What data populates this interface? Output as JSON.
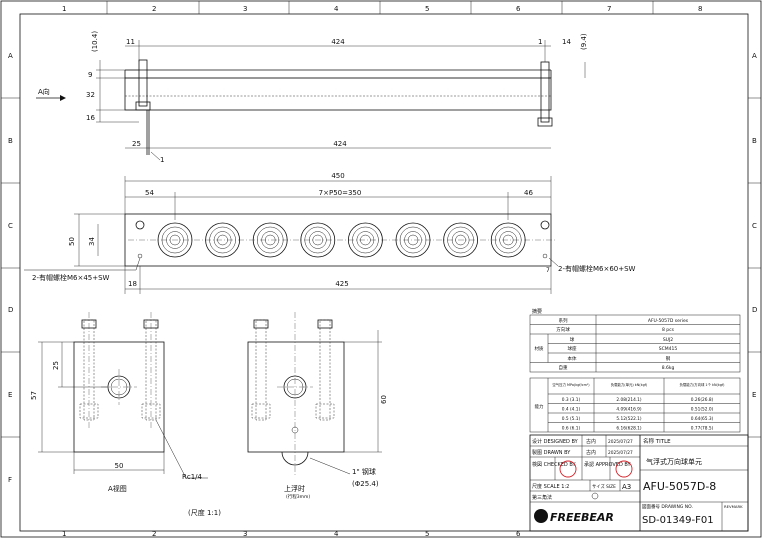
{
  "border": {
    "cols": [
      "1",
      "2",
      "3",
      "4",
      "5",
      "6",
      "7",
      "8"
    ],
    "rows": [
      "A",
      "B",
      "C",
      "D",
      "E",
      "F"
    ]
  },
  "top_view": {
    "dims": {
      "d_10_4": "(10.4)",
      "d_11": "11",
      "d_424_top": "424",
      "d_1": "1",
      "d_14": "14",
      "d_9_4": "(9.4)",
      "d_9": "9",
      "d_32": "32",
      "d_16": "16",
      "d_25": "25",
      "d_424_bot": "424",
      "balloon_1": "1"
    },
    "a_arrow": "A向"
  },
  "plan_view": {
    "dims": {
      "d_450": "450",
      "d_54": "54",
      "d_pitch": "7×P50=350",
      "d_46": "46",
      "d_50": "50",
      "d_34": "34",
      "d_18": "18",
      "d_425": "425",
      "d_7": "7"
    },
    "note_left": "2-有帽螺栓M6×45+SW",
    "note_right": "2-有帽螺栓M6×60+SW"
  },
  "side_a": {
    "dims": {
      "d_25": "25",
      "d_57": "57",
      "d_50": "50"
    },
    "thread": "Rc1/4",
    "caption": "A视图"
  },
  "side_b": {
    "dims": {
      "d_60": "60"
    },
    "ball": "1\" 钢球",
    "ball_dia": "(Φ25.4)",
    "caption": "上浮时",
    "sub": "(行程3mm)"
  },
  "scale_note": "(尺度 1:1)",
  "spec_table": {
    "header": "摘要",
    "rows": [
      {
        "k": "系列",
        "v": "AFU-5057D series"
      },
      {
        "k": "方向球",
        "v": "8 pcs"
      },
      {
        "g": "材质",
        "k": "球",
        "v": "SUJ2"
      },
      {
        "g": "",
        "k": "球座",
        "v": "SCM415"
      },
      {
        "g": "",
        "k": "本体",
        "v": "钢"
      },
      {
        "k": "自重",
        "v": "8.6kg"
      }
    ]
  },
  "cap_table": {
    "group": "能力",
    "headers": [
      "空气压力 MPa(kgf/cm²)",
      "负载能力(单元) kN(kgf)",
      "负载能力/方向球 1个 kN(kgf)"
    ],
    "rows": [
      [
        "0.3 (3.1)",
        "2.08(214.1)",
        "0.26(26.8)"
      ],
      [
        "0.4 (4.1)",
        "4.09(416.9)",
        "0.51(52.0)"
      ],
      [
        "0.5 (5.1)",
        "5.12(522.1)",
        "0.64(65.3)"
      ],
      [
        "0.6 (6.1)",
        "6.16(628.1)",
        "0.77(78.5)"
      ]
    ]
  },
  "title_block": {
    "designed": "设计 DESIGNED BY",
    "designed_who": "古内",
    "designed_date": "2025/07/27",
    "drawn": "製图 DRAWN BY",
    "drawn_who": "古内",
    "drawn_date": "2025/07/27",
    "checked": "検図 CHECKED BY",
    "approved": "承認 APPROVED BY",
    "name_label": "名称 TITLE",
    "name_value": "气浮式万向球单元",
    "scale": "尺度 SCALE 1:2",
    "size": "サイズ SIZE",
    "size_val": "A3",
    "angle": "第三角法",
    "model": "AFU-5057D-8",
    "drawing_no_label": "図面番号 DRAWING NO.",
    "drawing_no": "SD-01349-F01",
    "revmark": "REVMARK",
    "logo": "FREEBEAR"
  },
  "colors": {
    "stamp": "#d21f26",
    "line": "#111111"
  }
}
